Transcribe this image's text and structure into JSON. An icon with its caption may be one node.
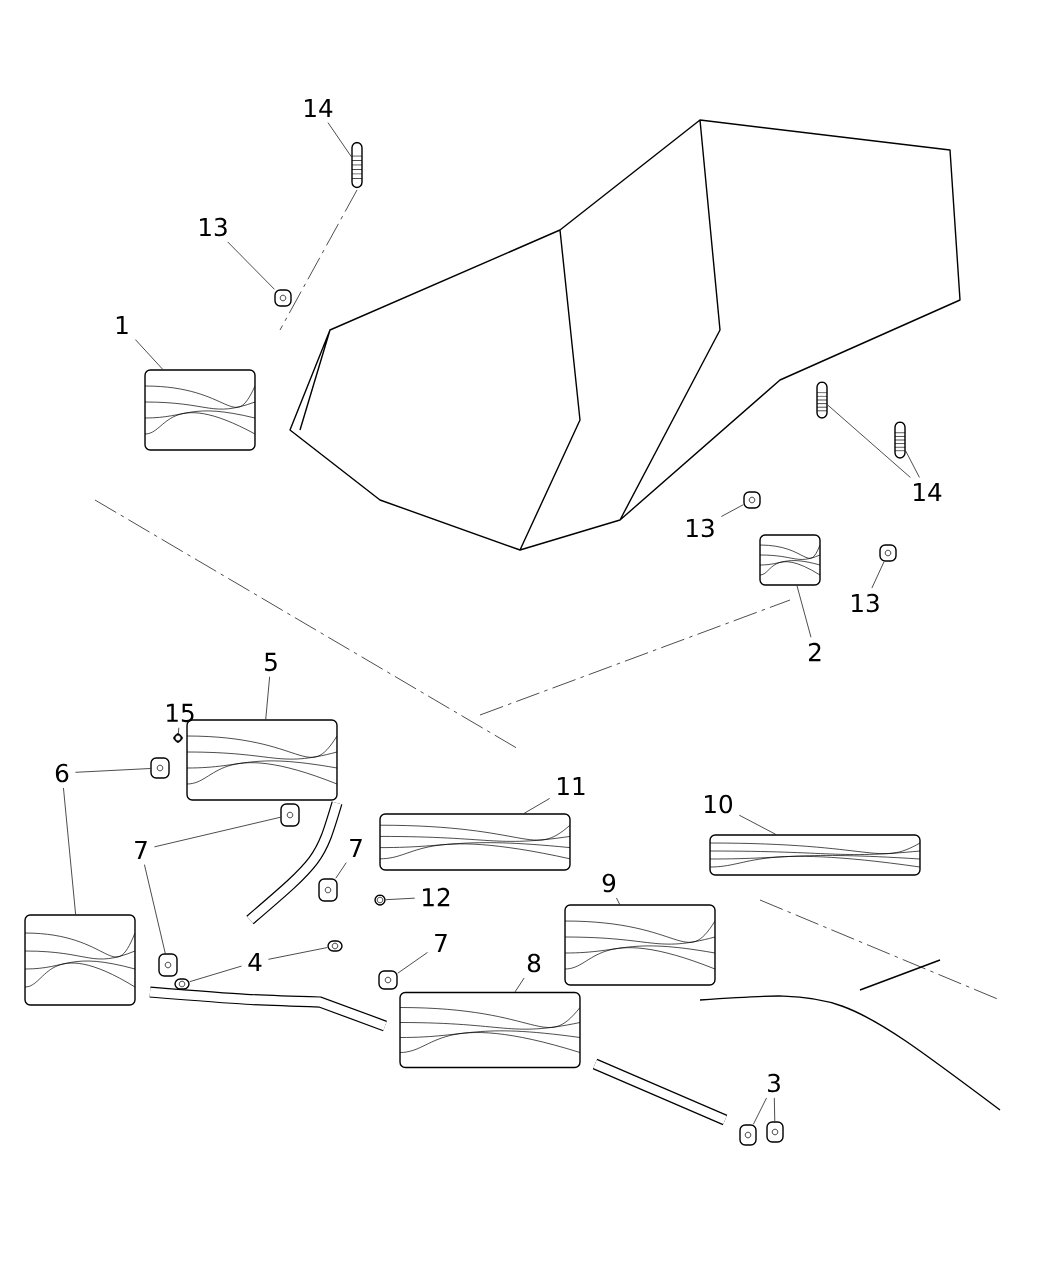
{
  "diagram": {
    "nodes": [
      {
        "text": [
          "14"
        ]
      },
      {
        "text": [],
        "shape": "picture"
      },
      {
        "text": [
          "13"
        ]
      },
      {
        "text": [],
        "shape": "picture"
      },
      {
        "text": [
          "1"
        ]
      },
      {
        "text": [],
        "shape": "picture"
      },
      {
        "text": [
          "14"
        ]
      },
      {
        "text": [],
        "shape": "picture"
      },
      {
        "text": [],
        "shape": "picture"
      },
      {
        "text": [
          "13"
        ]
      },
      {
        "text": [],
        "shape": "picture"
      },
      {
        "text": [
          "13"
        ]
      },
      {
        "text": [],
        "shape": "picture"
      },
      {
        "text": [
          "2"
        ]
      },
      {
        "text": [],
        "shape": "picture"
      },
      {
        "text": [
          "5"
        ]
      },
      {
        "text": [],
        "shape": "picture"
      },
      {
        "text": [
          "15"
        ]
      },
      {
        "text": [],
        "shape": "picture"
      },
      {
        "text": [
          "6"
        ]
      },
      {
        "text": [],
        "shape": "picture"
      },
      {
        "text": [
          "7"
        ]
      },
      {
        "text": [],
        "shape": "picture"
      },
      {
        "text": [
          "11"
        ]
      },
      {
        "text": [],
        "shape": "picture"
      },
      {
        "text": [
          "10"
        ]
      },
      {
        "text": [],
        "shape": "picture"
      },
      {
        "text": [
          "7"
        ]
      },
      {
        "text": [],
        "shape": "picture"
      },
      {
        "text": [
          "12"
        ]
      },
      {
        "text": [],
        "shape": "picture"
      },
      {
        "text": [
          "9"
        ]
      },
      {
        "text": [],
        "shape": "picture"
      },
      {
        "text": [],
        "shape": "picture"
      },
      {
        "text": [],
        "shape": "picture"
      },
      {
        "text": [
          "4"
        ]
      },
      {
        "text": [],
        "shape": "picture"
      },
      {
        "text": [],
        "shape": "picture"
      },
      {
        "text": [
          "7"
        ]
      },
      {
        "text": [],
        "shape": "picture"
      },
      {
        "text": [
          "8"
        ]
      },
      {
        "text": [],
        "shape": "picture"
      },
      {
        "text": [
          "3"
        ]
      },
      {
        "text": [],
        "shape": "picture"
      },
      {
        "text": [],
        "shape": "picture"
      }
    ],
    "edges": [
      {
        "from": 0,
        "to": 1,
        "arrow": "none"
      },
      {
        "from": 2,
        "to": 3,
        "arrow": "none"
      },
      {
        "from": 4,
        "to": 5,
        "arrow": "none"
      },
      {
        "from": 6,
        "to": 7,
        "arrow": "none"
      },
      {
        "from": 6,
        "to": 8,
        "arrow": "none"
      },
      {
        "from": 9,
        "to": 10,
        "arrow": "none"
      },
      {
        "from": 11,
        "to": 12,
        "arrow": "none"
      },
      {
        "from": 13,
        "to": 14,
        "arrow": "none"
      },
      {
        "from": 15,
        "to": 16,
        "arrow": "none"
      },
      {
        "from": 17,
        "to": 18,
        "arrow": "none"
      },
      {
        "from": 19,
        "to": 20,
        "arrow": "none"
      },
      {
        "from": 19,
        "to": 33,
        "arrow": "none"
      },
      {
        "from": 21,
        "to": 22,
        "arrow": "none"
      },
      {
        "from": 21,
        "to": 34,
        "arrow": "none"
      },
      {
        "from": 23,
        "to": 24,
        "arrow": "none"
      },
      {
        "from": 25,
        "to": 26,
        "arrow": "none"
      },
      {
        "from": 27,
        "to": 28,
        "arrow": "none"
      },
      {
        "from": 29,
        "to": 30,
        "arrow": "none"
      },
      {
        "from": 31,
        "to": 32,
        "arrow": "none"
      },
      {
        "from": 35,
        "to": 36,
        "arrow": "none"
      },
      {
        "from": 35,
        "to": 37,
        "arrow": "none"
      },
      {
        "from": 38,
        "to": 39,
        "arrow": "none"
      },
      {
        "from": 40,
        "to": 41,
        "arrow": "none"
      },
      {
        "from": 42,
        "to": 43,
        "arrow": "none"
      },
      {
        "from": 42,
        "to": 44,
        "arrow": "none"
      }
    ]
  }
}
